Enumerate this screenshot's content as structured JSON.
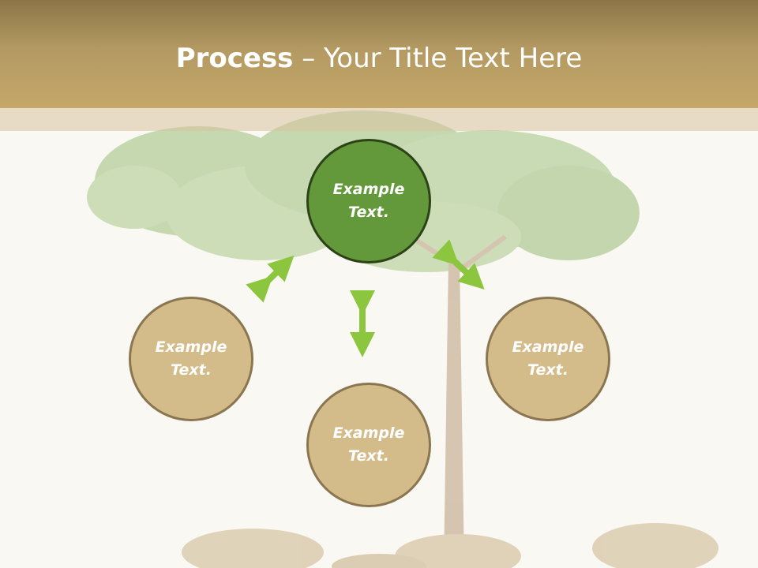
{
  "title": {
    "bold": "Process",
    "rest": " – Your Title Text Here"
  },
  "nodes": {
    "center": "Example\nText.",
    "left": "Example\nText.",
    "bottom": "Example\nText.",
    "right": "Example\nText."
  },
  "colors": {
    "header": "#b39a62",
    "accent_green": "#63993a",
    "node_tan": "#d4bc8a",
    "arrow": "#8cc63f"
  },
  "icons": [
    "double-arrow-icon"
  ]
}
